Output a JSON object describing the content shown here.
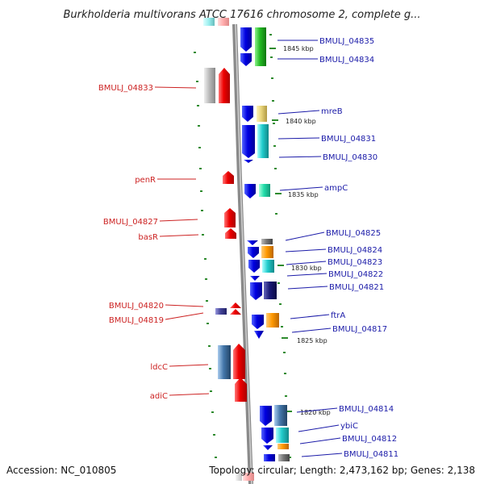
{
  "title": "Burkholderia multivorans ATCC 17616 chromosome 2, complete g...",
  "footer": {
    "accession": "Accession: NC_010805",
    "topology": "Topology: circular; Length: 2,473,162 bp; Genes: 2,138"
  },
  "colors": {
    "backbone": "#8a8a8a",
    "tick": "#2e8b2e",
    "right_label": "#1a1aa8",
    "left_label": "#cc2222"
  },
  "scale_labels": [
    "1845 kbp",
    "1840 kbp",
    "1835 kbp",
    "1830 kbp",
    "1825 kbp",
    "1820 kbp"
  ],
  "right_genes": [
    "BMULJ_04835",
    "BMULJ_04834",
    "mreB",
    "BMULJ_04831",
    "BMULJ_04830",
    "ampC",
    "BMULJ_04825",
    "BMULJ_04824",
    "BMULJ_04823",
    "BMULJ_04822",
    "BMULJ_04821",
    "ftrA",
    "BMULJ_04817",
    "BMULJ_04814",
    "ybiC",
    "BMULJ_04812",
    "BMULJ_04811"
  ],
  "left_genes": [
    "BMULJ_04833",
    "penR",
    "BMULJ_04827",
    "basR",
    "BMULJ_04820",
    "BMULJ_04819",
    "ldcC",
    "adiC"
  ]
}
